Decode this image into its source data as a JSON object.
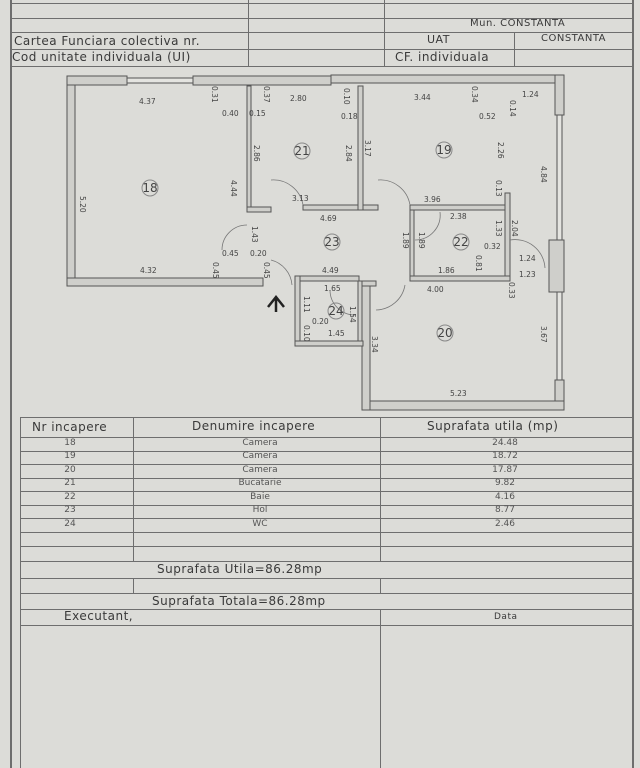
{
  "header": {
    "mun": "Mun. CONSTANTA",
    "carte_funciara_label": "Cartea Funciara colectiva nr.",
    "cod_ui_label": "Cod unitate individuala (UI)",
    "uat_label": "UAT",
    "uat_value": "CONSTANTA",
    "cf_individuala_label": "CF. individuala"
  },
  "plan": {
    "rooms": [
      "18",
      "19",
      "20",
      "21",
      "22",
      "23",
      "24"
    ],
    "dims": {
      "d437": "4.37",
      "d520": "5.20",
      "d444": "4.44",
      "d432": "4.32",
      "d031": "0.31",
      "d040": "0.40",
      "d037": "0.37",
      "d015": "0.15",
      "d280": "2.80",
      "d010": "0.10",
      "d018": "0.18",
      "d286": "2.86",
      "d284": "2.84",
      "d317": "3.17",
      "d313": "3.13",
      "d469": "4.69",
      "d143": "1.43",
      "d045a": "0.45",
      "d020a": "0.20",
      "d045b": "0.45",
      "d045c": "0.45",
      "d449": "4.49",
      "d165": "1.65",
      "d154": "1.54",
      "d111": "1.11",
      "d020b": "0.20",
      "d010b": "0.10",
      "d145": "1.45",
      "d334": "3.34",
      "d344": "3.44",
      "d034": "0.34",
      "d124a": "1.24",
      "d052": "0.52",
      "d014": "0.14",
      "d226": "2.26",
      "d484": "4.84",
      "d396": "3.96",
      "d013": "0.13",
      "d238": "2.38",
      "d204": "2.04",
      "d133": "1.33",
      "d189a": "1.89",
      "d189b": "1.89",
      "d032": "0.32",
      "d081": "0.81",
      "d186": "1.86",
      "d400": "4.00",
      "d124b": "1.24",
      "d123": "1.23",
      "d033": "0.33",
      "d367": "3.67",
      "d523": "5.23"
    }
  },
  "table": {
    "headers": [
      "Nr incapere",
      "Denumire incapere",
      "Suprafata utila (mp)"
    ],
    "rows": [
      [
        "18",
        "Camera",
        "24.48"
      ],
      [
        "19",
        "Camera",
        "18.72"
      ],
      [
        "20",
        "Camera",
        "17.87"
      ],
      [
        "21",
        "Bucatarie",
        "9.82"
      ],
      [
        "22",
        "Baie",
        "4.16"
      ],
      [
        "23",
        "Hol",
        "8.77"
      ],
      [
        "24",
        "WC",
        "2.46"
      ]
    ],
    "suprafata_utila": "Suprafata Utila=86.28mp",
    "suprafata_totala": "Suprafata Totala=86.28mp",
    "executant_label": "Executant,",
    "data_label": "Data"
  }
}
